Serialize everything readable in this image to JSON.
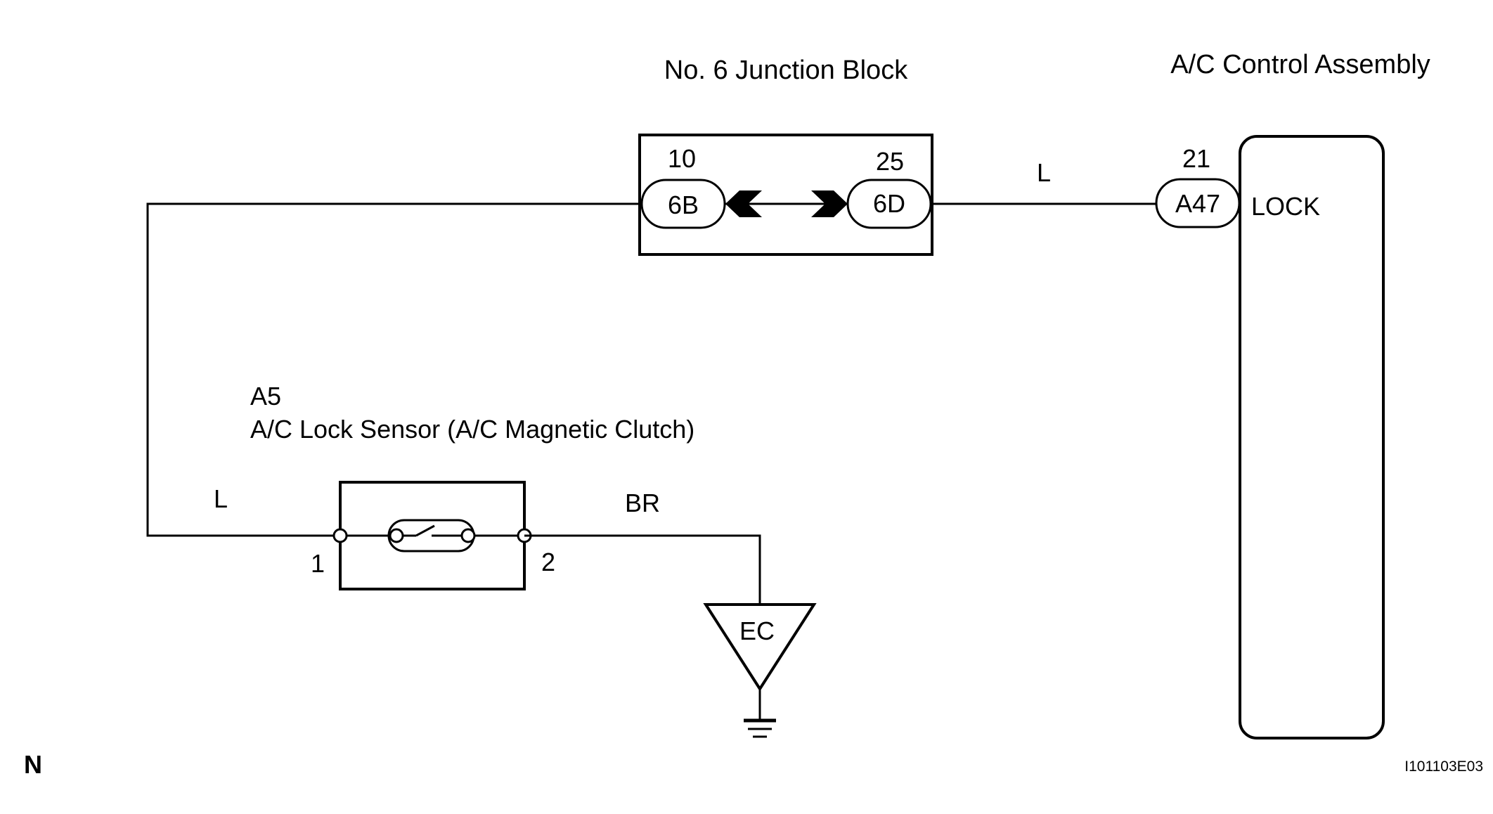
{
  "junction_block": {
    "title": "No. 6 Junction Block",
    "left_pin": "10",
    "left_connector": "6B",
    "right_pin": "25",
    "right_connector": "6D"
  },
  "control_assembly": {
    "title": "A/C Control Assembly",
    "pin": "21",
    "connector": "A47",
    "terminal": "LOCK"
  },
  "sensor": {
    "code": "A5",
    "name": "A/C Lock Sensor (A/C Magnetic Clutch)",
    "pin_left": "1",
    "pin_right": "2"
  },
  "wires": {
    "top_right_color": "L",
    "left_color": "L",
    "ground_color": "BR"
  },
  "ground": {
    "label": "EC"
  },
  "corner_mark": "N",
  "figure_id": "I101103E03"
}
